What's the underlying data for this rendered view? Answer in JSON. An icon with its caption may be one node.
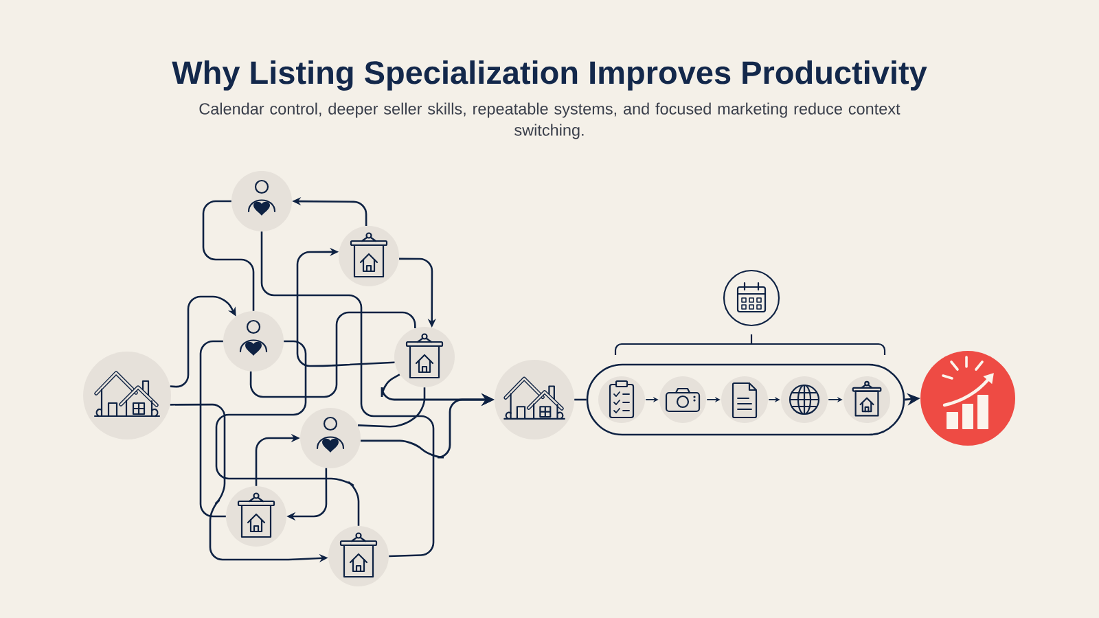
{
  "diagram": {
    "title": "Why Listing Specialization Improves Productivity",
    "caption": "Calendar control, deeper seller skills, repeatable systems, and focused marketing reduce context switching.",
    "nodes": [
      {
        "text": [],
        "shape": "picture"
      },
      {
        "text": [],
        "shape": "picture"
      },
      {
        "text": [],
        "shape": "picture"
      },
      {
        "text": [],
        "shape": "picture"
      },
      {
        "text": [],
        "shape": "picture"
      },
      {
        "text": [],
        "shape": "picture"
      },
      {
        "text": [],
        "shape": "picture"
      },
      {
        "text": [],
        "shape": "picture"
      },
      {
        "text": [],
        "shape": "picture"
      },
      {
        "text": [],
        "shape": "picture"
      },
      {
        "text": [],
        "shape": "box"
      },
      {
        "text": [],
        "shape": "picture",
        "in": 10
      },
      {
        "text": [],
        "shape": "picture",
        "in": 10
      },
      {
        "text": [],
        "shape": "picture",
        "in": 10
      },
      {
        "text": [],
        "shape": "picture",
        "in": 10
      },
      {
        "text": [],
        "shape": "picture",
        "in": 10
      },
      {
        "text": [],
        "shape": "picture"
      }
    ],
    "edges": [
      {
        "from": 0,
        "to": 3,
        "arrow": "to"
      },
      {
        "from": 1,
        "to": 3,
        "arrow": "none"
      },
      {
        "from": 2,
        "to": 1,
        "arrow": "to"
      },
      {
        "from": 2,
        "to": 4,
        "arrow": "to"
      },
      {
        "from": 4,
        "to": 2,
        "arrow": "to"
      },
      {
        "from": 3,
        "to": 4,
        "arrow": "none"
      },
      {
        "from": 3,
        "to": 6,
        "arrow": "none"
      },
      {
        "from": 3,
        "to": 7,
        "arrow": "none"
      },
      {
        "from": 0,
        "to": 7,
        "arrow": "to"
      },
      {
        "from": 6,
        "to": 5,
        "arrow": "to"
      },
      {
        "from": 5,
        "to": 6,
        "arrow": "to"
      },
      {
        "from": 1,
        "to": 7,
        "arrow": "none"
      },
      {
        "from": 5,
        "to": 8,
        "arrow": "to"
      },
      {
        "from": 4,
        "to": 5,
        "arrow": "none"
      },
      {
        "from": 4,
        "to": 8,
        "arrow": "to"
      },
      {
        "from": 8,
        "to": 10,
        "arrow": "none"
      },
      {
        "from": 11,
        "to": 12,
        "arrow": "to"
      },
      {
        "from": 12,
        "to": 13,
        "arrow": "to"
      },
      {
        "from": 13,
        "to": 14,
        "arrow": "to"
      },
      {
        "from": 14,
        "to": 15,
        "arrow": "to"
      },
      {
        "from": 10,
        "to": 16,
        "arrow": "to"
      }
    ]
  }
}
